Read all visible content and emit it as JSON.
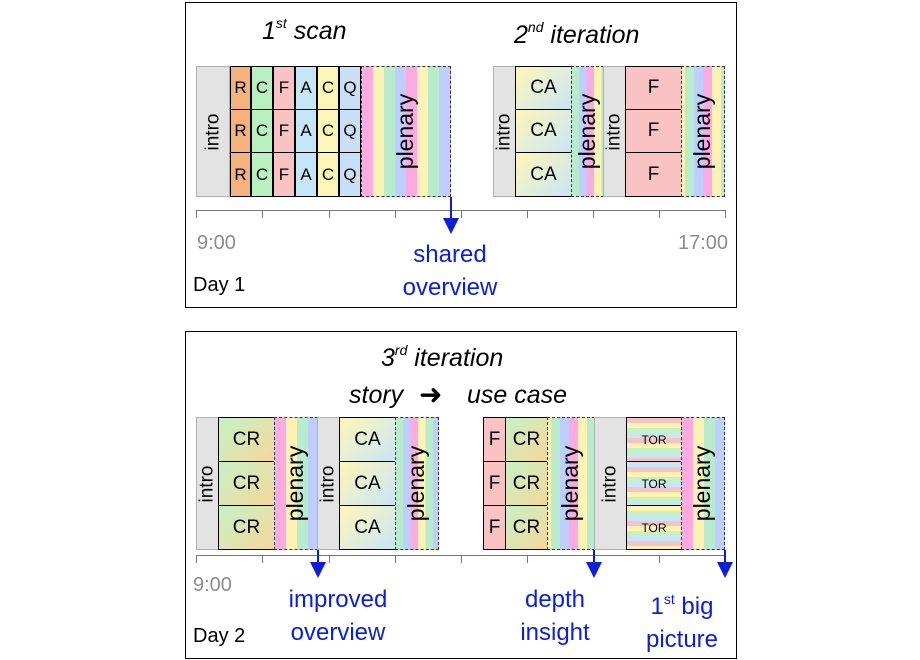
{
  "day1": {
    "title_1": {
      "base": "1",
      "sup": "st",
      "rest": " scan"
    },
    "title_2": {
      "base": "2",
      "sup": "nd",
      "rest": " iteration"
    },
    "intro": "intro",
    "plenary": "plenary",
    "scan_rows": [
      [
        "R",
        "C",
        "F",
        "A",
        "C",
        "Q"
      ],
      [
        "R",
        "C",
        "F",
        "A",
        "C",
        "Q"
      ],
      [
        "R",
        "C",
        "F",
        "A",
        "C",
        "Q"
      ]
    ],
    "iter2_a": [
      "CA",
      "CA",
      "CA"
    ],
    "iter2_b": [
      "F",
      "F",
      "F"
    ],
    "time_start": "9:00",
    "time_end": "17:00",
    "outcome": [
      "shared",
      "overview"
    ],
    "day_label": "Day 1"
  },
  "day2": {
    "title": {
      "base": "3",
      "sup": "rd",
      "rest": " iteration"
    },
    "subtitle_left": "story",
    "subtitle_right": "use case",
    "intro": "intro",
    "plenary": "plenary",
    "block_a": [
      "CR",
      "CR",
      "CR"
    ],
    "block_b": [
      "CA",
      "CA",
      "CA"
    ],
    "block_c_f": [
      "F",
      "F",
      "F"
    ],
    "block_c_cr": [
      "CR",
      "CR",
      "CR"
    ],
    "block_d": [
      "TOR",
      "TOR",
      "TOR"
    ],
    "time_start": "9:00",
    "outcome_1": [
      "improved",
      "overview"
    ],
    "outcome_2": [
      "depth",
      "insight"
    ],
    "outcome_3": {
      "line1_base": "1",
      "line1_sup": "st",
      "line1_rest": " big",
      "line2": "picture"
    },
    "day_label": "Day 2"
  },
  "colors": {
    "arrow_blue": "#0b1fd8",
    "R": "#f5b27c",
    "C": "#b9f0c0",
    "F": "#f9c3c3",
    "A": "#c4e6f7",
    "C2": "#fbf5b8",
    "Q": "#c9dff5",
    "intro_gray": "#e3e3e3"
  }
}
